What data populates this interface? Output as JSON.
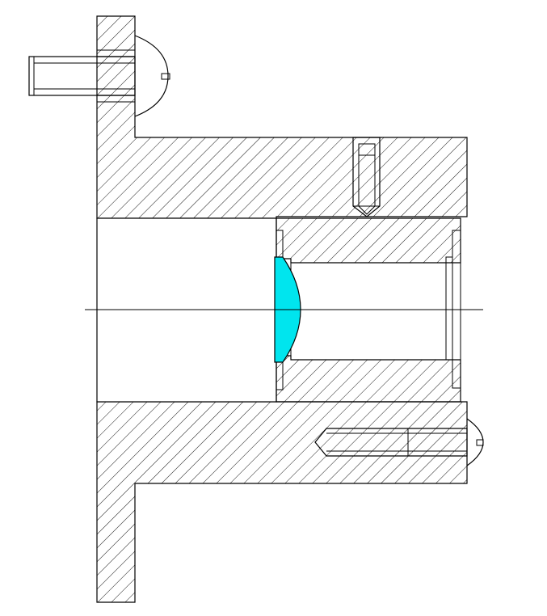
{
  "drawing": {
    "kind": "mechanical cross-section",
    "parts": {
      "housing_flange": "hatched",
      "lens_barrel": "hatched",
      "lens": "filled",
      "top_mounting_screw": "slotted-head",
      "set_screw": "slotted",
      "bottom_screw": "slotted-head",
      "optical_axis": "line"
    },
    "colors": {
      "line": "#000000",
      "lens_fill": "#00E5EE",
      "background": "#FFFFFF"
    }
  }
}
